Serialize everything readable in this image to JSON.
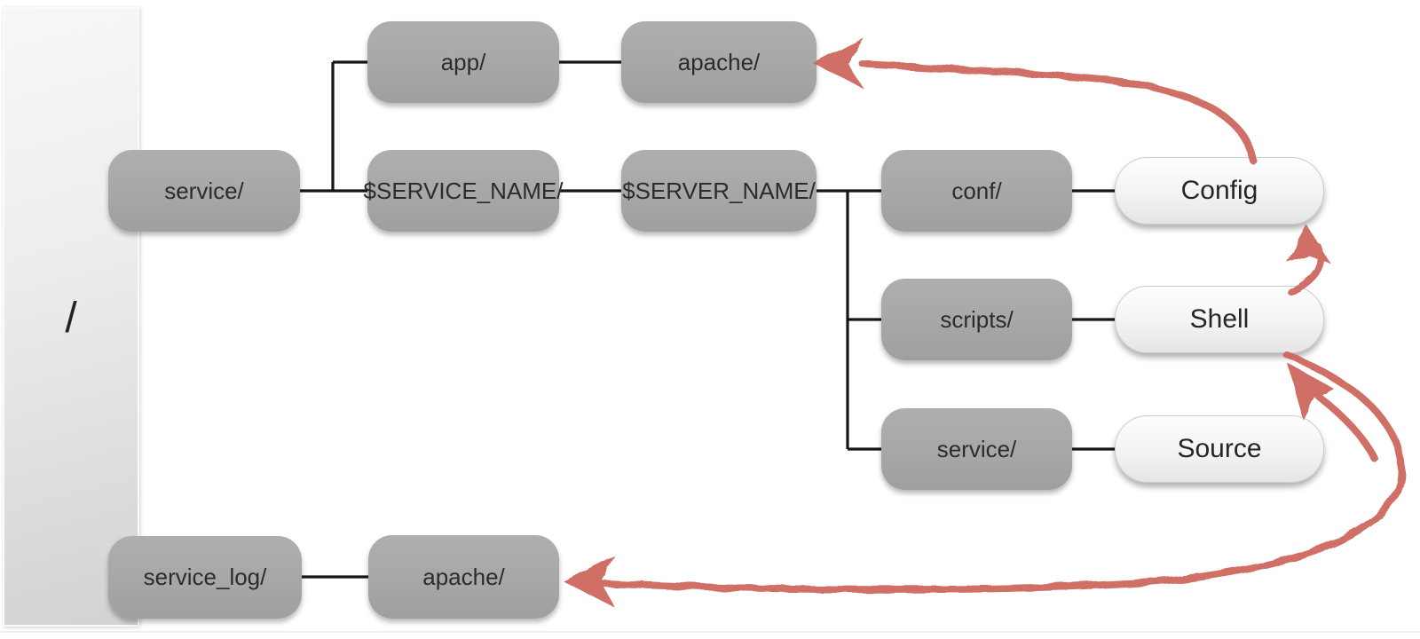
{
  "diagram": {
    "description": "Directory layout tree with hand-drawn red arrows showing symlinked locations",
    "root": {
      "label": "/"
    },
    "nodes": {
      "service": {
        "label": "service/",
        "style": "gray"
      },
      "app": {
        "label": "app/",
        "style": "gray"
      },
      "apache_top": {
        "label": "apache/",
        "style": "gray"
      },
      "service_name": {
        "label": "$SERVICE_NAME/",
        "style": "gray"
      },
      "server_name": {
        "label": "$SERVER_NAME/",
        "style": "gray"
      },
      "conf": {
        "label": "conf/",
        "style": "gray"
      },
      "scripts": {
        "label": "scripts/",
        "style": "gray"
      },
      "service_inner": {
        "label": "service/",
        "style": "gray"
      },
      "config": {
        "label": "Config",
        "style": "light"
      },
      "shell": {
        "label": "Shell",
        "style": "light"
      },
      "source": {
        "label": "Source",
        "style": "light"
      },
      "service_log": {
        "label": "service_log/",
        "style": "gray"
      },
      "apache_bottom": {
        "label": "apache/",
        "style": "gray"
      }
    },
    "tree_edges": [
      {
        "from": "root",
        "to": "service"
      },
      {
        "from": "service",
        "to": "app"
      },
      {
        "from": "service",
        "to": "service_name"
      },
      {
        "from": "app",
        "to": "apache_top"
      },
      {
        "from": "service_name",
        "to": "server_name"
      },
      {
        "from": "server_name",
        "to": "conf"
      },
      {
        "from": "server_name",
        "to": "scripts"
      },
      {
        "from": "server_name",
        "to": "service_inner"
      },
      {
        "from": "conf",
        "to": "config"
      },
      {
        "from": "scripts",
        "to": "shell"
      },
      {
        "from": "service_inner",
        "to": "source"
      },
      {
        "from": "root",
        "to": "service_log"
      },
      {
        "from": "service_log",
        "to": "apache_bottom"
      }
    ],
    "red_arrows": [
      {
        "from": "config",
        "to": "apache_top"
      },
      {
        "from": "shell",
        "to": "config"
      },
      {
        "from": "shell",
        "to": "apache_bottom"
      }
    ],
    "colors": {
      "node_gray": "#a8a8a8",
      "node_light_top": "#fefefe",
      "node_light_bottom": "#e5e5e5",
      "connector_black": "#161616",
      "arrow_red": "#cd655a",
      "root_bar_light": "#f7f7f7",
      "root_bar_dark": "#d2d2d2"
    }
  }
}
